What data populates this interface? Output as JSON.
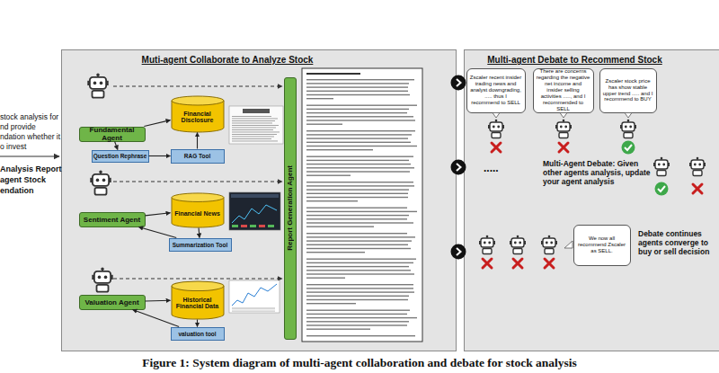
{
  "diagram": {
    "caption": "Figure 1: System diagram of multi-agent collaboration and debate for stock analysis",
    "nodes": [
      {
        "text": [
          "Muti-agent Collaborate to Analyze Stock"
        ]
      },
      {
        "text": [
          "Fundamental Agent"
        ],
        "in": 0
      },
      {
        "text": [
          "Financial Disclosure"
        ],
        "in": 0
      },
      {
        "text": [
          "Question Rephrase"
        ],
        "in": 0
      },
      {
        "text": [
          "RAG Tool"
        ],
        "in": 0
      },
      {
        "text": [
          "Sentiment Agent"
        ],
        "in": 0
      },
      {
        "text": [
          "Financial News"
        ],
        "in": 0
      },
      {
        "text": [
          "Summarization Tool"
        ],
        "in": 0
      },
      {
        "text": [
          "Valuation Agent"
        ],
        "in": 0
      },
      {
        "text": [
          "Historical Financial Data"
        ],
        "in": 0
      },
      {
        "text": [
          "valuation tool"
        ],
        "in": 0
      },
      {
        "text": [
          "Report Generation Agent"
        ],
        "in": 0
      },
      {
        "text": [
          "Multi-agent Debate to Recommend Stock"
        ]
      },
      {
        "text": [
          "Zscaler recent insider trading news and analyst downgrading, ..... thus I recommend to SELL"
        ],
        "in": 12
      },
      {
        "text": [
          "There are concerns regarding the negative net income and insider selling activities ....., and I recommended to SELL"
        ],
        "in": 12
      },
      {
        "text": [
          "Zscaler stock price has show stable upper trend ..... and I recommend to BUY"
        ],
        "in": 12
      },
      {
        "text": [
          "We now all recommend Zscaler as SELL."
        ],
        "in": 12
      }
    ],
    "edges": [
      {
        "from": 1,
        "to": 2,
        "arrow": "to"
      },
      {
        "from": 1,
        "to": 3,
        "arrow": "to"
      },
      {
        "from": 3,
        "to": 4,
        "arrow": "to"
      },
      {
        "from": 4,
        "to": 2,
        "arrow": "to"
      },
      {
        "from": 5,
        "to": 6,
        "arrow": "to"
      },
      {
        "from": 6,
        "to": 7,
        "arrow": "to"
      },
      {
        "from": 7,
        "to": 5,
        "arrow": "to"
      },
      {
        "from": 8,
        "to": 9,
        "arrow": "to"
      },
      {
        "from": 9,
        "to": 10,
        "arrow": "to"
      },
      {
        "from": 10,
        "to": 8,
        "arrow": "to"
      }
    ],
    "labels": [
      "stock analysis for",
      "nd provide",
      "ndation whether it",
      "o invest",
      "Analysis Report",
      "agent Stock",
      "endation",
      ".....",
      "Multi-Agent Debate: Given other agents analysis, update your agent analysis",
      "Debate continues agents converge to buy or sell decision"
    ]
  }
}
